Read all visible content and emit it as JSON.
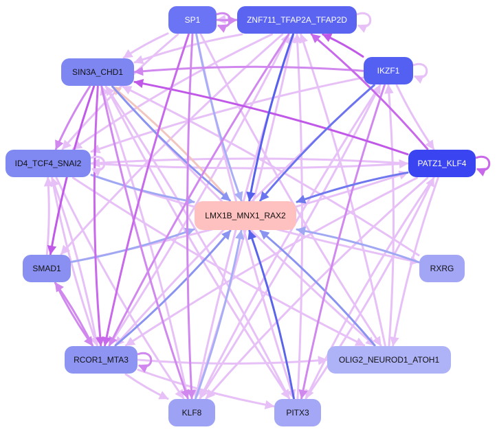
{
  "graph": {
    "nodes": [
      {
        "id": "SP1",
        "label": "SP1",
        "fill": "#6a74f5",
        "text": "#ffffff"
      },
      {
        "id": "ZNF711",
        "label": "ZNF711_TFAP2A_TFAP2D",
        "fill": "#5a64f0",
        "text": "#ffffff"
      },
      {
        "id": "SIN3A",
        "label": "SIN3A_CHD1",
        "fill": "#7e86f2",
        "text": "#111111"
      },
      {
        "id": "IKZF1",
        "label": "IKZF1",
        "fill": "#5460f2",
        "text": "#ffffff"
      },
      {
        "id": "ID4",
        "label": "ID4_TCF4_SNAI2",
        "fill": "#8088f2",
        "text": "#111111"
      },
      {
        "id": "PATZ1",
        "label": "PATZ1_KLF4",
        "fill": "#3a44f0",
        "text": "#ffffff"
      },
      {
        "id": "LMX1B",
        "label": "LMX1B_MNX1_RAX2",
        "fill": "#ffc0c0",
        "text": "#111111"
      },
      {
        "id": "SMAD1",
        "label": "SMAD1",
        "fill": "#8a90f2",
        "text": "#111111"
      },
      {
        "id": "RXRG",
        "label": "RXRG",
        "fill": "#a2a6f5",
        "text": "#111111"
      },
      {
        "id": "RCOR1",
        "label": "RCOR1_MTA3",
        "fill": "#8e94f2",
        "text": "#111111"
      },
      {
        "id": "OLIG2",
        "label": "OLIG2_NEUROD1_ATOH1",
        "fill": "#aeb2f7",
        "text": "#111111"
      },
      {
        "id": "KLF8",
        "label": "KLF8",
        "fill": "#9ea2f4",
        "text": "#111111"
      },
      {
        "id": "PITX3",
        "label": "PITX3",
        "fill": "#a3a7f5",
        "text": "#111111"
      }
    ],
    "edges": [
      {
        "from": "SP1",
        "to": "LMX1B",
        "color": "#a8aef5"
      },
      {
        "from": "ZNF711",
        "to": "LMX1B",
        "color": "#5560ec"
      },
      {
        "from": "IKZF1",
        "to": "LMX1B",
        "color": "#6a74ee"
      },
      {
        "from": "PATZ1",
        "to": "LMX1B",
        "color": "#7078ee"
      },
      {
        "from": "SIN3A",
        "to": "LMX1B",
        "color": "#8a94f0"
      },
      {
        "from": "ID4",
        "to": "LMX1B",
        "color": "#a0a8f4"
      },
      {
        "from": "SMAD1",
        "to": "LMX1B",
        "color": "#a0a8f4"
      },
      {
        "from": "RXRG",
        "to": "LMX1B",
        "color": "#a0a8f4"
      },
      {
        "from": "RCOR1",
        "to": "LMX1B",
        "color": "#8a94f0"
      },
      {
        "from": "OLIG2",
        "to": "LMX1B",
        "color": "#8a94f0"
      },
      {
        "from": "KLF8",
        "to": "LMX1B",
        "color": "#a8aef5"
      },
      {
        "from": "PITX3",
        "to": "LMX1B",
        "color": "#5a64ea"
      },
      {
        "from": "LMX1B",
        "to": "SIN3A",
        "color": "#f2c6c0"
      },
      {
        "from": "IKZF1",
        "to": "ZNF711",
        "color": "#c058e8"
      },
      {
        "from": "PATZ1",
        "to": "ZNF711",
        "color": "#c868ea"
      },
      {
        "from": "IKZF1",
        "to": "SIN3A",
        "color": "#d088ee"
      },
      {
        "from": "PATZ1",
        "to": "SIN3A",
        "color": "#c058e8"
      },
      {
        "from": "IKZF1",
        "to": "PATZ1",
        "color": "#e6c0f6"
      },
      {
        "from": "SIN3A",
        "to": "SMAD1",
        "color": "#c058e8"
      },
      {
        "from": "SIN3A",
        "to": "RCOR1",
        "color": "#c868ea"
      },
      {
        "from": "SIN3A",
        "to": "ID4",
        "color": "#d088ee"
      },
      {
        "from": "SP1",
        "to": "SIN3A",
        "color": "#e6c0f6"
      },
      {
        "from": "SP1",
        "to": "ZNF711",
        "color": "#d088ee"
      },
      {
        "from": "ZNF711",
        "to": "SP1",
        "color": "#e6c0f6"
      },
      {
        "from": "ZNF711",
        "to": "ID4",
        "color": "#e6c0f6"
      },
      {
        "from": "SP1",
        "to": "ID4",
        "color": "#e6c0f6"
      },
      {
        "from": "ZNF711",
        "to": "SIN3A",
        "color": "#e6c0f6"
      },
      {
        "from": "PATZ1",
        "to": "ID4",
        "color": "#e6c0f6"
      },
      {
        "from": "PATZ1",
        "to": "RCOR1",
        "color": "#e6c0f6"
      },
      {
        "from": "PATZ1",
        "to": "KLF8",
        "color": "#e6c0f6"
      },
      {
        "from": "IKZF1",
        "to": "RCOR1",
        "color": "#e6c0f6"
      },
      {
        "from": "IKZF1",
        "to": "KLF8",
        "color": "#e6c0f6"
      },
      {
        "from": "IKZF1",
        "to": "PITX3",
        "color": "#d088ee"
      },
      {
        "from": "IKZF1",
        "to": "ID4",
        "color": "#e6c0f6"
      },
      {
        "from": "ZNF711",
        "to": "RCOR1",
        "color": "#d088ee"
      },
      {
        "from": "ZNF711",
        "to": "KLF8",
        "color": "#e6c0f6"
      },
      {
        "from": "ZNF711",
        "to": "SMAD1",
        "color": "#e6c0f6"
      },
      {
        "from": "SP1",
        "to": "RCOR1",
        "color": "#c868ea"
      },
      {
        "from": "SP1",
        "to": "KLF8",
        "color": "#d088ee"
      },
      {
        "from": "SP1",
        "to": "PITX3",
        "color": "#e6c0f6"
      },
      {
        "from": "SP1",
        "to": "OLIG2",
        "color": "#e6c0f6"
      },
      {
        "from": "SIN3A",
        "to": "KLF8",
        "color": "#d088ee"
      },
      {
        "from": "SIN3A",
        "to": "PITX3",
        "color": "#e6c0f6"
      },
      {
        "from": "SIN3A",
        "to": "OLIG2",
        "color": "#e6c0f6"
      },
      {
        "from": "ID4",
        "to": "PATZ1",
        "color": "#e6c0f6"
      },
      {
        "from": "ID4",
        "to": "RXRG",
        "color": "#e6c0f6"
      },
      {
        "from": "ID4",
        "to": "OLIG2",
        "color": "#e6c0f6"
      },
      {
        "from": "ID4",
        "to": "KLF8",
        "color": "#e6c0f6"
      },
      {
        "from": "ID4",
        "to": "RCOR1",
        "color": "#e6c0f6"
      },
      {
        "from": "SMAD1",
        "to": "ID4",
        "color": "#e6c0f6"
      },
      {
        "from": "SMAD1",
        "to": "RCOR1",
        "color": "#d088ee"
      },
      {
        "from": "RCOR1",
        "to": "SMAD1",
        "color": "#d088ee"
      },
      {
        "from": "RCOR1",
        "to": "OLIG2",
        "color": "#e6c0f6"
      },
      {
        "from": "RCOR1",
        "to": "KLF8",
        "color": "#e6c0f6"
      },
      {
        "from": "RCOR1",
        "to": "PITX3",
        "color": "#e6c0f6"
      },
      {
        "from": "RCOR1",
        "to": "ID4",
        "color": "#e6c0f6"
      },
      {
        "from": "KLF8",
        "to": "ZNF711",
        "color": "#e6c0f6"
      },
      {
        "from": "KLF8",
        "to": "IKZF1",
        "color": "#e6c0f6"
      },
      {
        "from": "PITX3",
        "to": "SIN3A",
        "color": "#e6c0f6"
      },
      {
        "from": "PITX3",
        "to": "ZNF711",
        "color": "#e6c0f6"
      },
      {
        "from": "PITX3",
        "to": "PATZ1",
        "color": "#e6c0f6"
      },
      {
        "from": "OLIG2",
        "to": "IKZF1",
        "color": "#e6c0f6"
      },
      {
        "from": "OLIG2",
        "to": "ZNF711",
        "color": "#e6c0f6"
      },
      {
        "from": "PATZ1",
        "to": "OLIG2",
        "color": "#e6c0f6"
      },
      {
        "from": "PATZ1",
        "to": "PITX3",
        "color": "#e6c0f6"
      },
      {
        "from": "RXRG",
        "to": "SIN3A",
        "color": "#e6c0f6"
      },
      {
        "from": "SMAD1",
        "to": "PATZ1",
        "color": "#e6c0f6"
      },
      {
        "from": "RCOR1",
        "to": "ZNF711",
        "color": "#e6c0f6"
      },
      {
        "from": "KLF8",
        "to": "SIN3A",
        "color": "#e6c0f6"
      }
    ],
    "self_loops": [
      {
        "node": "SP1",
        "color": "#d088ee"
      },
      {
        "node": "ZNF711",
        "color": "#e6c0f6"
      },
      {
        "node": "IKZF1",
        "color": "#e6c0f6"
      },
      {
        "node": "PATZ1",
        "color": "#c868ea"
      },
      {
        "node": "ID4",
        "color": "#e6c0f6"
      },
      {
        "node": "RCOR1",
        "color": "#d088ee"
      }
    ]
  }
}
